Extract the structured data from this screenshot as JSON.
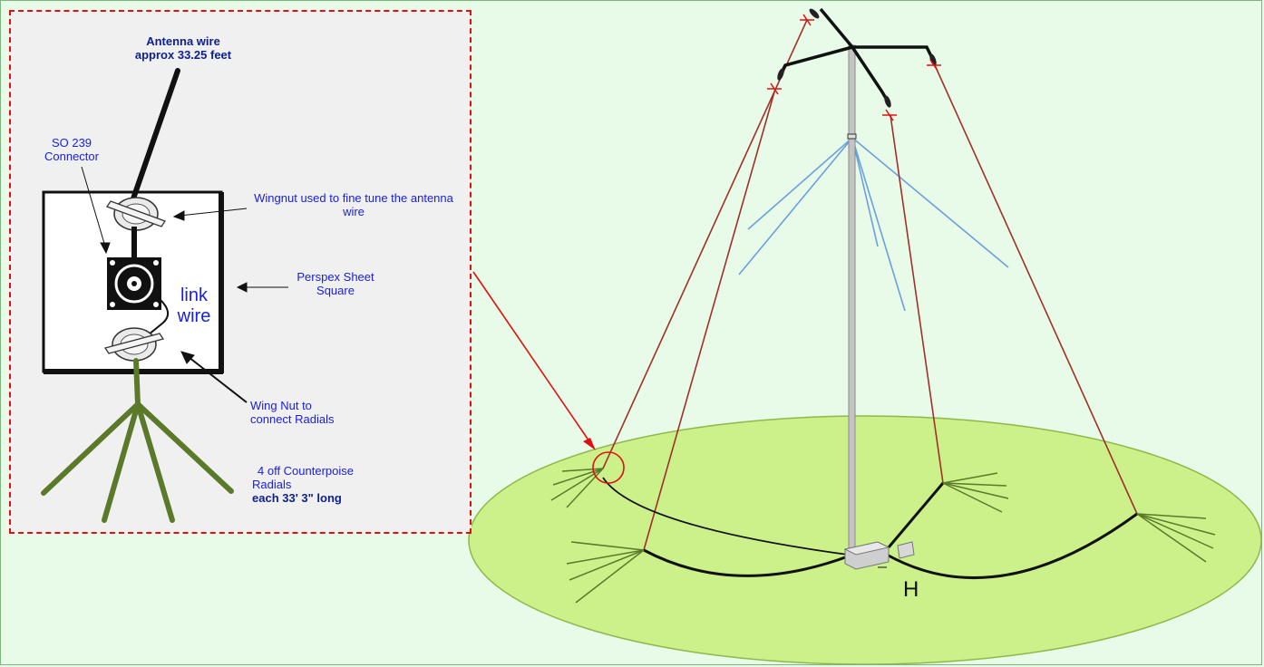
{
  "labels": {
    "antenna_wire_line1": "Antenna wire",
    "antenna_wire_line2": "approx  33.25 feet",
    "so239_line1": "SO 239",
    "so239_line2": "Connector",
    "wingnut_tune_line1": "Wingnut used to fine tune the antenna",
    "wingnut_tune_line2": "wire",
    "perspex_line1": "Perspex Sheet",
    "perspex_line2": "Square",
    "link_wire_line1": "link",
    "link_wire_line2": "wire",
    "wing_nut_radials_line1": "Wing Nut to",
    "wing_nut_radials_line2": "connect     Radials",
    "counterpoise_line1": "4 off Counterpoise",
    "counterpoise_line2": "Radials",
    "counterpoise_line3": "each 33' 3\" long",
    "box_h": "H"
  },
  "colors": {
    "background": "#e8fbe8",
    "panel_border": "#e01010",
    "label_text": "#1a20e0",
    "ground": "#ccf08a",
    "guy_wire": "#a0302a",
    "radial_green": "#5a7a2a",
    "blue_radial": "#6aa0dc"
  }
}
